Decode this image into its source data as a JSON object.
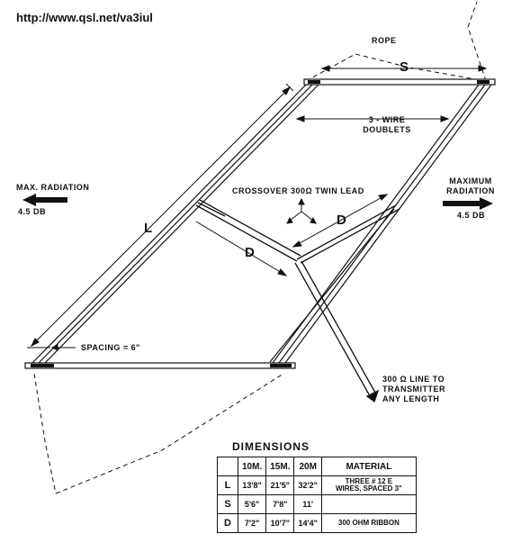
{
  "url": "http://www.qsl.net/va3iul",
  "labels": {
    "rope": "ROPE",
    "s": "S",
    "doublets_line1": "3 - WIRE",
    "doublets_line2": "DOUBLETS",
    "max_left_line1": "MAX. RADIATION",
    "max_left_line2": "4.5 DB",
    "max_right_line1": "MAXIMUM",
    "max_right_line2": "RADIATION",
    "max_right_line3": "4.5 DB",
    "crossover": "CROSSOVER 300Ω TWIN LEAD",
    "l": "L",
    "d_left": "D",
    "d_right": "D",
    "spacing": "SPACING = 6\"",
    "line_line1": "300 Ω LINE TO",
    "line_line2": "TRANSMITTER",
    "line_line3": "ANY LENGTH"
  },
  "dimensions": {
    "title": "DIMENSIONS",
    "headers": [
      "",
      "10M.",
      "15M.",
      "20M",
      "MATERIAL"
    ],
    "rows": [
      {
        "label": "L",
        "c1": "13'8\"",
        "c2": "21'5\"",
        "c3": "32'2\"",
        "mat1": "THREE # 12 E",
        "mat2": "WIRES, SPACED 3\""
      },
      {
        "label": "S",
        "c1": "5'6\"",
        "c2": "7'8\"",
        "c3": "11'",
        "mat1": "",
        "mat2": ""
      },
      {
        "label": "D",
        "c1": "7'2\"",
        "c2": "10'7\"",
        "c3": "14'4\"",
        "mat1": "300 OHM RIBBON",
        "mat2": ""
      }
    ]
  }
}
